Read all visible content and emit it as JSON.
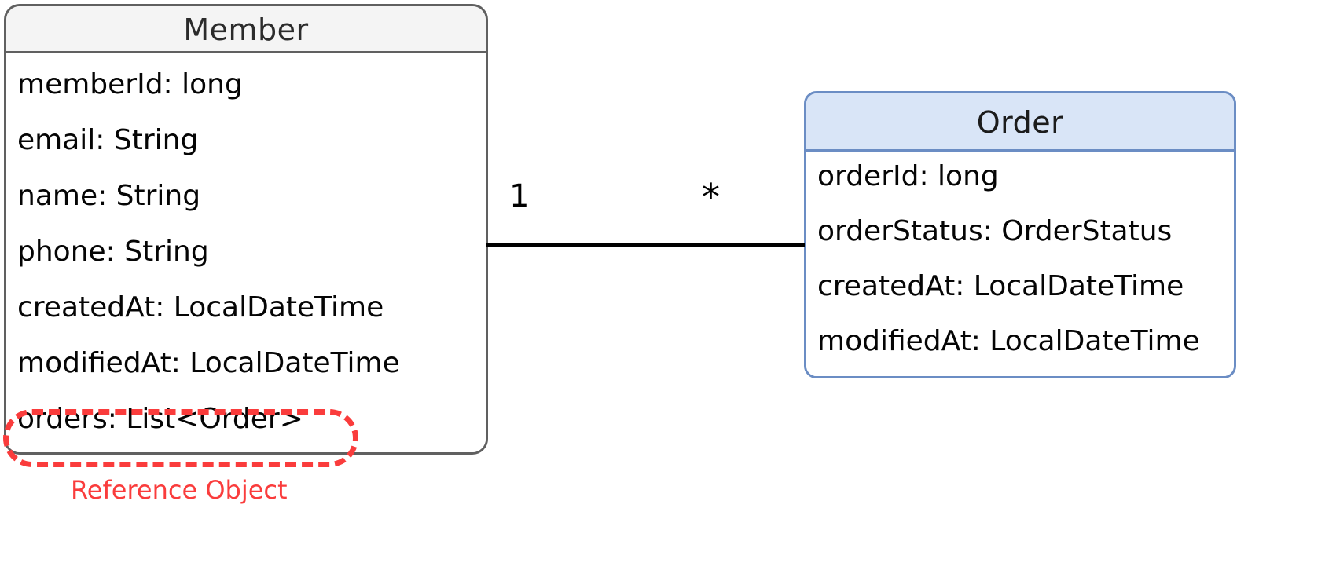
{
  "diagram": {
    "type": "uml-class-diagram",
    "classes": [
      {
        "id": "member",
        "name": "Member",
        "header_color": "#f4f4f4",
        "border_color": "#606060",
        "attributes": [
          "memberId: long",
          "email: String",
          "name: String",
          "phone: String",
          "createdAt: LocalDateTime",
          "modifiedAt: LocalDateTime",
          "orders: List<Order>"
        ]
      },
      {
        "id": "order",
        "name": "Order",
        "header_color": "#d9e5f7",
        "border_color": "#6b8dc4",
        "attributes": [
          "orderId: long",
          "orderStatus: OrderStatus",
          "createdAt: LocalDateTime",
          "modifiedAt: LocalDateTime"
        ]
      }
    ],
    "association": {
      "source_multiplicity": "1",
      "target_multiplicity": "*",
      "line_color": "#000000"
    },
    "annotation": {
      "caption": "Reference Object",
      "color": "#fa3c3c",
      "target_attribute": "orders: List<Order>",
      "style": "dashed-rounded-rectangle"
    }
  }
}
